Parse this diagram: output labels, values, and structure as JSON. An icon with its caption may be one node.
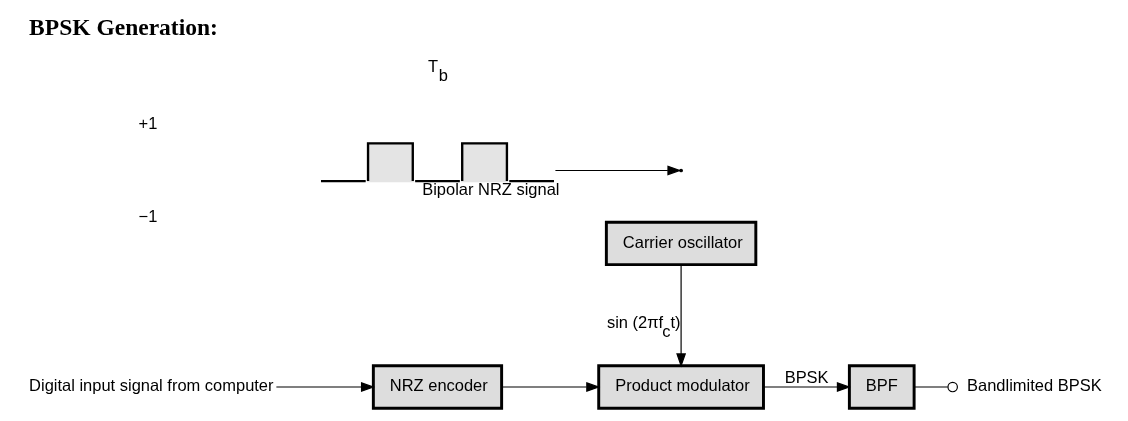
{
  "diagram": {
    "title": "BPSK Generation:",
    "nodes": [
      {
        "text": [
          "Digital input signal from computer"
        ]
      },
      {
        "text": [
          "NRZ encoder"
        ]
      },
      {
        "text": [
          "Product modulator"
        ]
      },
      {
        "text": [
          "BPF"
        ]
      },
      {
        "text": [
          "Bandlimited BPSK"
        ]
      },
      {
        "text": [
          "Carrier oscillator"
        ]
      },
      {
        "text": [],
        "shape": "picture",
        "beside": [
          "Bipolar NRZ signal"
        ]
      }
    ],
    "edges": [
      {
        "from": 0,
        "to": 1,
        "arrow": "to"
      },
      {
        "from": 1,
        "to": 2,
        "arrow": "to"
      },
      {
        "from": 2,
        "to": 3,
        "arrow": "to",
        "label": "BPSK"
      },
      {
        "from": 3,
        "to": 4,
        "arrow": "other"
      },
      {
        "from": 5,
        "to": 2,
        "arrow": "to",
        "label": "sin (2πf$_{c}$t)"
      },
      {
        "from": 6,
        "to": null,
        "arrow": "to"
      }
    ],
    "labels": [
      "+1",
      "−1",
      "T$_{b}$"
    ]
  }
}
